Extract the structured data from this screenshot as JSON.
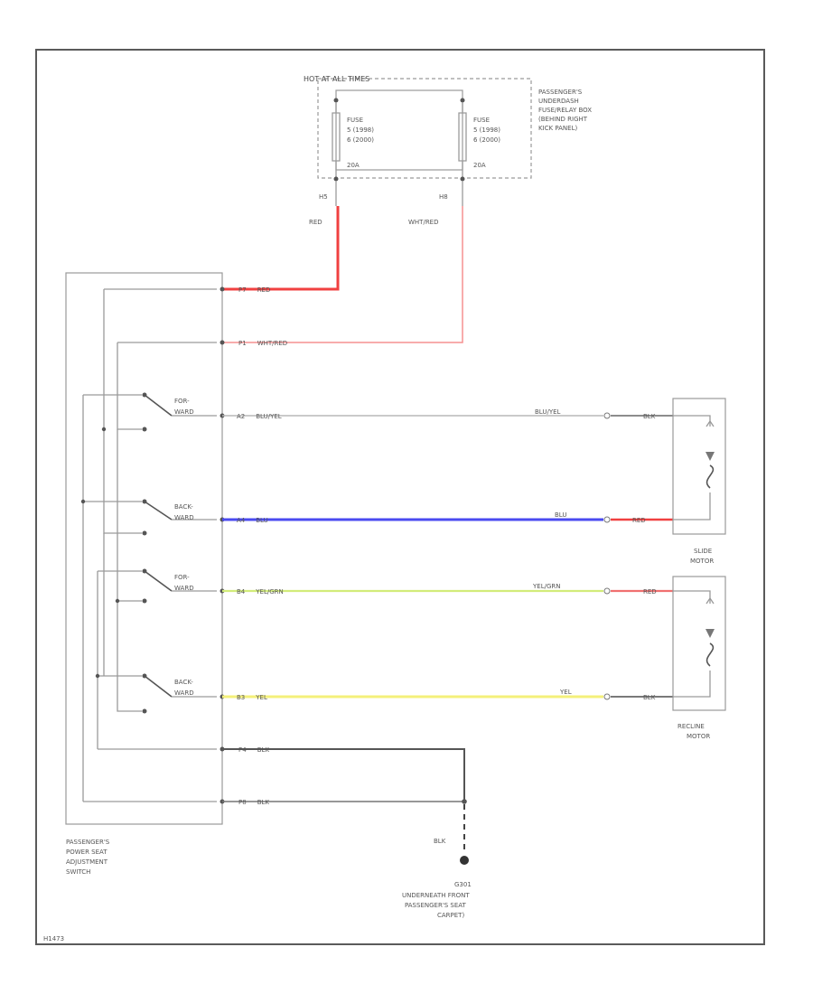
{
  "fuse_box": {
    "title": "HOT AT ALL TIMES",
    "location": [
      "PASSENGER'S",
      "UNDERDASH",
      "FUSE/RELAY BOX",
      "(BEHIND RIGHT",
      "KICK PANEL)"
    ],
    "fuse_left": {
      "lines": [
        "FUSE",
        "5 (1998)",
        "6 (2000)"
      ],
      "amp": "20A",
      "terminal": "H5"
    },
    "fuse_right": {
      "lines": [
        "FUSE",
        "5 (1998)",
        "6 (2000)"
      ],
      "amp": "20A",
      "terminal": "H8"
    }
  },
  "wires": {
    "left_supply": "RED",
    "right_supply": "WHT/RED",
    "p7": {
      "pin": "P7",
      "color": "RED"
    },
    "p1": {
      "pin": "P1",
      "color": "WHT/RED"
    },
    "a2": {
      "pin": "A2",
      "color": "BLU/YEL",
      "motor_end": "BLU/YEL",
      "motor_lead": "BLK"
    },
    "a4": {
      "pin": "A4",
      "color": "BLU",
      "motor_end": "BLU",
      "motor_lead": "RED"
    },
    "b4": {
      "pin": "B4",
      "color": "YEL/GRN",
      "motor_end": "YEL/GRN",
      "motor_lead": "RED"
    },
    "b3": {
      "pin": "B3",
      "color": "YEL",
      "motor_end": "YEL",
      "motor_lead": "BLK"
    },
    "p4": {
      "pin": "P4",
      "color": "BLK"
    },
    "p8": {
      "pin": "P8",
      "color": "BLK"
    },
    "ground_wire": "BLK"
  },
  "switches": {
    "slide_fwd": [
      "FOR-",
      "WARD"
    ],
    "slide_back": [
      "BACK-",
      "WARD"
    ],
    "recline_fwd": [
      "FOR-",
      "WARD"
    ],
    "recline_back": [
      "BACK-",
      "WARD"
    ]
  },
  "switch_label": [
    "PASSENGER'S",
    "POWER SEAT",
    "ADJUSTMENT",
    "SWITCH"
  ],
  "slide_motor": [
    "SLIDE",
    "MOTOR"
  ],
  "recline_motor": [
    "RECLINE",
    "MOTOR"
  ],
  "ground": {
    "id": "G301",
    "location": [
      "UNDERNEATH FRONT",
      "PASSENGER'S SEAT",
      "CARPET)"
    ]
  },
  "footer_code": "H1473"
}
